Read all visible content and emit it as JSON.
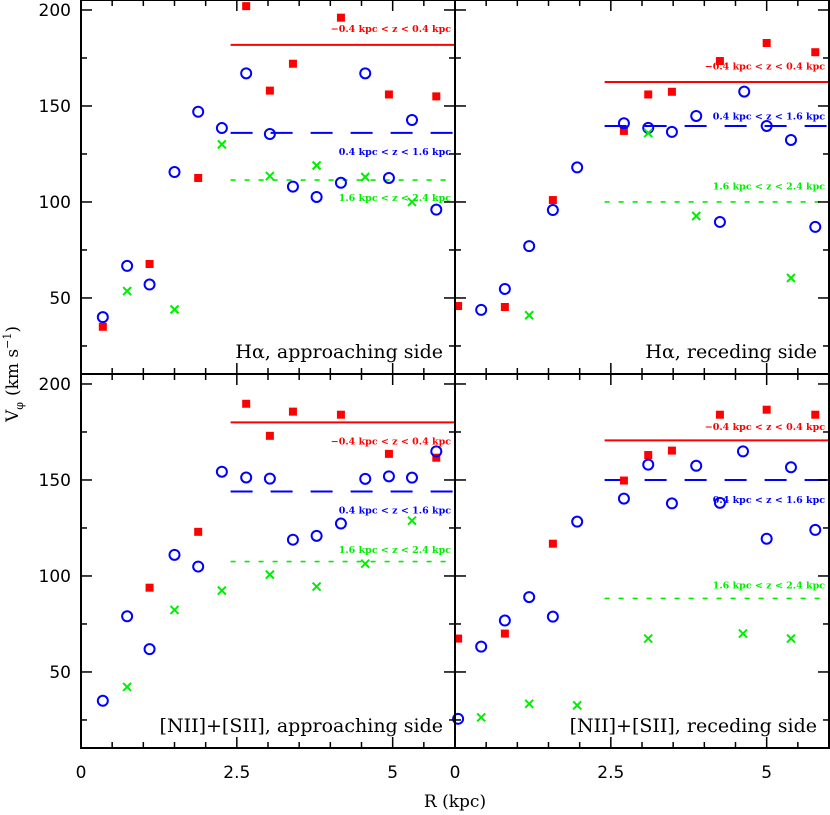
{
  "chart_data": {
    "type": "scatter",
    "xlabel": "R (kpc)",
    "ylabel": "V_φ (km s^-1)",
    "xlim": [
      0,
      6.0
    ],
    "ylim": [
      10.4,
      205.2
    ],
    "xticks": [
      0,
      2.5,
      5
    ],
    "xtick_labels": [
      "0",
      "2.5",
      "5"
    ],
    "yticks": [
      50,
      100,
      150,
      200
    ],
    "ytick_labels": [
      "50",
      "100",
      "150",
      "200"
    ],
    "grid": false,
    "colors": {
      "red": "#ff0000",
      "blue": "#0000ff",
      "green": "#00ee00"
    },
    "legend_labels": {
      "red": "−0.4 kpc < z < 0.4 kpc",
      "blue": "0.4 kpc < z < 1.6 kpc",
      "green": "1.6 kpc < z < 2.4 kpc"
    },
    "panels": [
      {
        "title": "Hα, approaching side",
        "position": "top-left",
        "series": [
          {
            "name": "-0.4 kpc < z < 0.4 kpc",
            "marker": "square",
            "color": "red",
            "x": [
              0.35,
              1.1,
              1.88,
              2.65,
              3.03,
              3.4,
              4.17,
              4.94,
              5.7
            ],
            "y": [
              35,
              67.7,
              112.5,
              202,
              158,
              172,
              196,
              156,
              155
            ]
          },
          {
            "name": "0.4 kpc < z < 1.6 kpc",
            "marker": "circle",
            "color": "blue",
            "x": [
              0.35,
              0.74,
              1.1,
              1.5,
              1.88,
              2.26,
              2.65,
              3.03,
              3.4,
              3.78,
              4.17,
              4.56,
              4.94,
              5.31,
              5.7
            ],
            "y": [
              40,
              66.7,
              57,
              115.6,
              147,
              138.5,
              167,
              135.4,
              108,
              102.6,
              110,
              167,
              112.5,
              142.7,
              96
            ]
          },
          {
            "name": "1.6 kpc < z < 2.4 kpc",
            "marker": "cross",
            "color": "green",
            "x": [
              0.74,
              1.5,
              2.26,
              3.03,
              3.78,
              4.56,
              5.31
            ],
            "y": [
              53.6,
              44,
              130,
              113.5,
              119,
              113,
              100
            ]
          }
        ],
        "lines": [
          {
            "color": "red",
            "style": "solid",
            "x0": 2.4,
            "y": 181.8,
            "label_y": 190
          },
          {
            "color": "blue",
            "style": "dashed",
            "x0": 2.4,
            "y": 136,
            "label_y": 126
          },
          {
            "color": "green",
            "style": "dotted",
            "x0": 2.4,
            "y": 111.4,
            "label_y": 102
          }
        ]
      },
      {
        "title": "Hα, receding side",
        "position": "top-right",
        "series": [
          {
            "name": "-0.4 kpc < z < 0.4 kpc",
            "marker": "square",
            "color": "red",
            "x": [
              0.05,
              0.8,
              1.57,
              2.71,
              3.1,
              3.48,
              4.25,
              5.0,
              5.78
            ],
            "y": [
              45.8,
              45.3,
              101,
              137,
              156,
              157.4,
              173.4,
              182.8,
              178
            ]
          },
          {
            "name": "0.4 kpc < z < 1.6 kpc",
            "marker": "circle",
            "color": "blue",
            "x": [
              0.42,
              0.8,
              1.19,
              1.57,
              1.96,
              2.71,
              3.1,
              3.48,
              3.87,
              4.25,
              4.64,
              5.0,
              5.39,
              5.78
            ],
            "y": [
              43.8,
              54.7,
              77,
              95.8,
              118,
              141,
              138.6,
              136.5,
              144.8,
              89.6,
              157.5,
              139.6,
              132.3,
              87
            ]
          },
          {
            "name": "1.6 kpc < z < 2.4 kpc",
            "marker": "cross",
            "color": "green",
            "x": [
              1.19,
              3.1,
              3.87,
              5.39
            ],
            "y": [
              41,
              135.9,
              92.7,
              60.4
            ]
          }
        ],
        "lines": [
          {
            "color": "red",
            "style": "solid",
            "x0": 2.4,
            "y": 162.5,
            "label_y": 170.5
          },
          {
            "color": "blue",
            "style": "dashed",
            "x0": 2.4,
            "y": 139.6,
            "label_y": 144.5
          },
          {
            "color": "green",
            "style": "dotted",
            "x0": 2.4,
            "y": 100,
            "label_y": 108
          }
        ]
      },
      {
        "title": "[NII]+[SII], approaching side",
        "position": "bottom-left",
        "series": [
          {
            "name": "-0.4 kpc < z < 0.4 kpc",
            "marker": "square",
            "color": "red",
            "x": [
              1.1,
              1.88,
              2.65,
              3.03,
              3.4,
              4.17,
              4.94,
              5.7
            ],
            "y": [
              93.9,
              123,
              189.7,
              173,
              185.6,
              184,
              163.6,
              161.6
            ]
          },
          {
            "name": "0.4 kpc < z < 1.6 kpc",
            "marker": "circle",
            "color": "blue",
            "x": [
              0.35,
              0.74,
              1.1,
              1.5,
              1.88,
              2.26,
              2.65,
              3.03,
              3.4,
              3.78,
              4.17,
              4.56,
              4.94,
              5.31,
              5.7
            ],
            "y": [
              35,
              79,
              61.9,
              111,
              104.9,
              154.3,
              151.3,
              150.7,
              118.9,
              120.9,
              127.3,
              150.6,
              151.9,
              151.2,
              164.9
            ]
          },
          {
            "name": "1.6 kpc < z < 2.4 kpc",
            "marker": "cross",
            "color": "green",
            "x": [
              0.74,
              1.5,
              2.26,
              3.03,
              3.78,
              4.56,
              5.31
            ],
            "y": [
              42.2,
              82.3,
              92.4,
              100.7,
              94.5,
              106.4,
              128.8
            ]
          }
        ],
        "lines": [
          {
            "color": "red",
            "style": "solid",
            "x0": 2.4,
            "y": 180,
            "label_y": 170
          },
          {
            "color": "blue",
            "style": "dashed",
            "x0": 2.4,
            "y": 144,
            "label_y": 134
          },
          {
            "color": "green",
            "style": "dotted",
            "x0": 2.4,
            "y": 107.5,
            "label_y": 113.5
          }
        ]
      },
      {
        "title": "[NII]+[SII], receding side",
        "position": "bottom-right",
        "series": [
          {
            "name": "-0.4 kpc < z < 0.4 kpc",
            "marker": "square",
            "color": "red",
            "x": [
              0.05,
              0.8,
              1.57,
              2.71,
              3.1,
              3.48,
              4.25,
              5.0,
              5.78
            ],
            "y": [
              67.4,
              70,
              116.8,
              149.7,
              163,
              165.3,
              184,
              186.6,
              184
            ]
          },
          {
            "name": "0.4 kpc < z < 1.6 kpc",
            "marker": "circle",
            "color": "blue",
            "x": [
              0.05,
              0.42,
              0.8,
              1.19,
              1.57,
              1.96,
              2.71,
              3.1,
              3.48,
              3.87,
              4.25,
              4.62,
              5.0,
              5.39,
              5.78
            ],
            "y": [
              25.6,
              63.2,
              76.8,
              89,
              78.8,
              128.3,
              140.3,
              158,
              137.8,
              157.4,
              138.1,
              164.9,
              119.4,
              156.6,
              124
            ]
          },
          {
            "name": "1.6 kpc < z < 2.4 kpc",
            "marker": "cross",
            "color": "green",
            "x": [
              0.42,
              1.19,
              1.96,
              3.1,
              4.62,
              5.39
            ],
            "y": [
              26.3,
              33.4,
              32.6,
              67.4,
              70,
              67.4
            ]
          }
        ],
        "lines": [
          {
            "color": "red",
            "style": "solid",
            "x0": 2.4,
            "y": 170.6,
            "label_y": 177.5
          },
          {
            "color": "blue",
            "style": "dashed",
            "x0": 2.4,
            "y": 150,
            "label_y": 139.5
          },
          {
            "color": "green",
            "style": "dotted",
            "x0": 2.4,
            "y": 88.3,
            "label_y": 95
          }
        ]
      }
    ]
  },
  "axes": {
    "xlabel": "R (kpc)",
    "ylabel_main": "V",
    "ylabel_sub": "φ",
    "ylabel_units": "(km s",
    "ylabel_exp": "−1",
    "ylabel_close": ")"
  }
}
